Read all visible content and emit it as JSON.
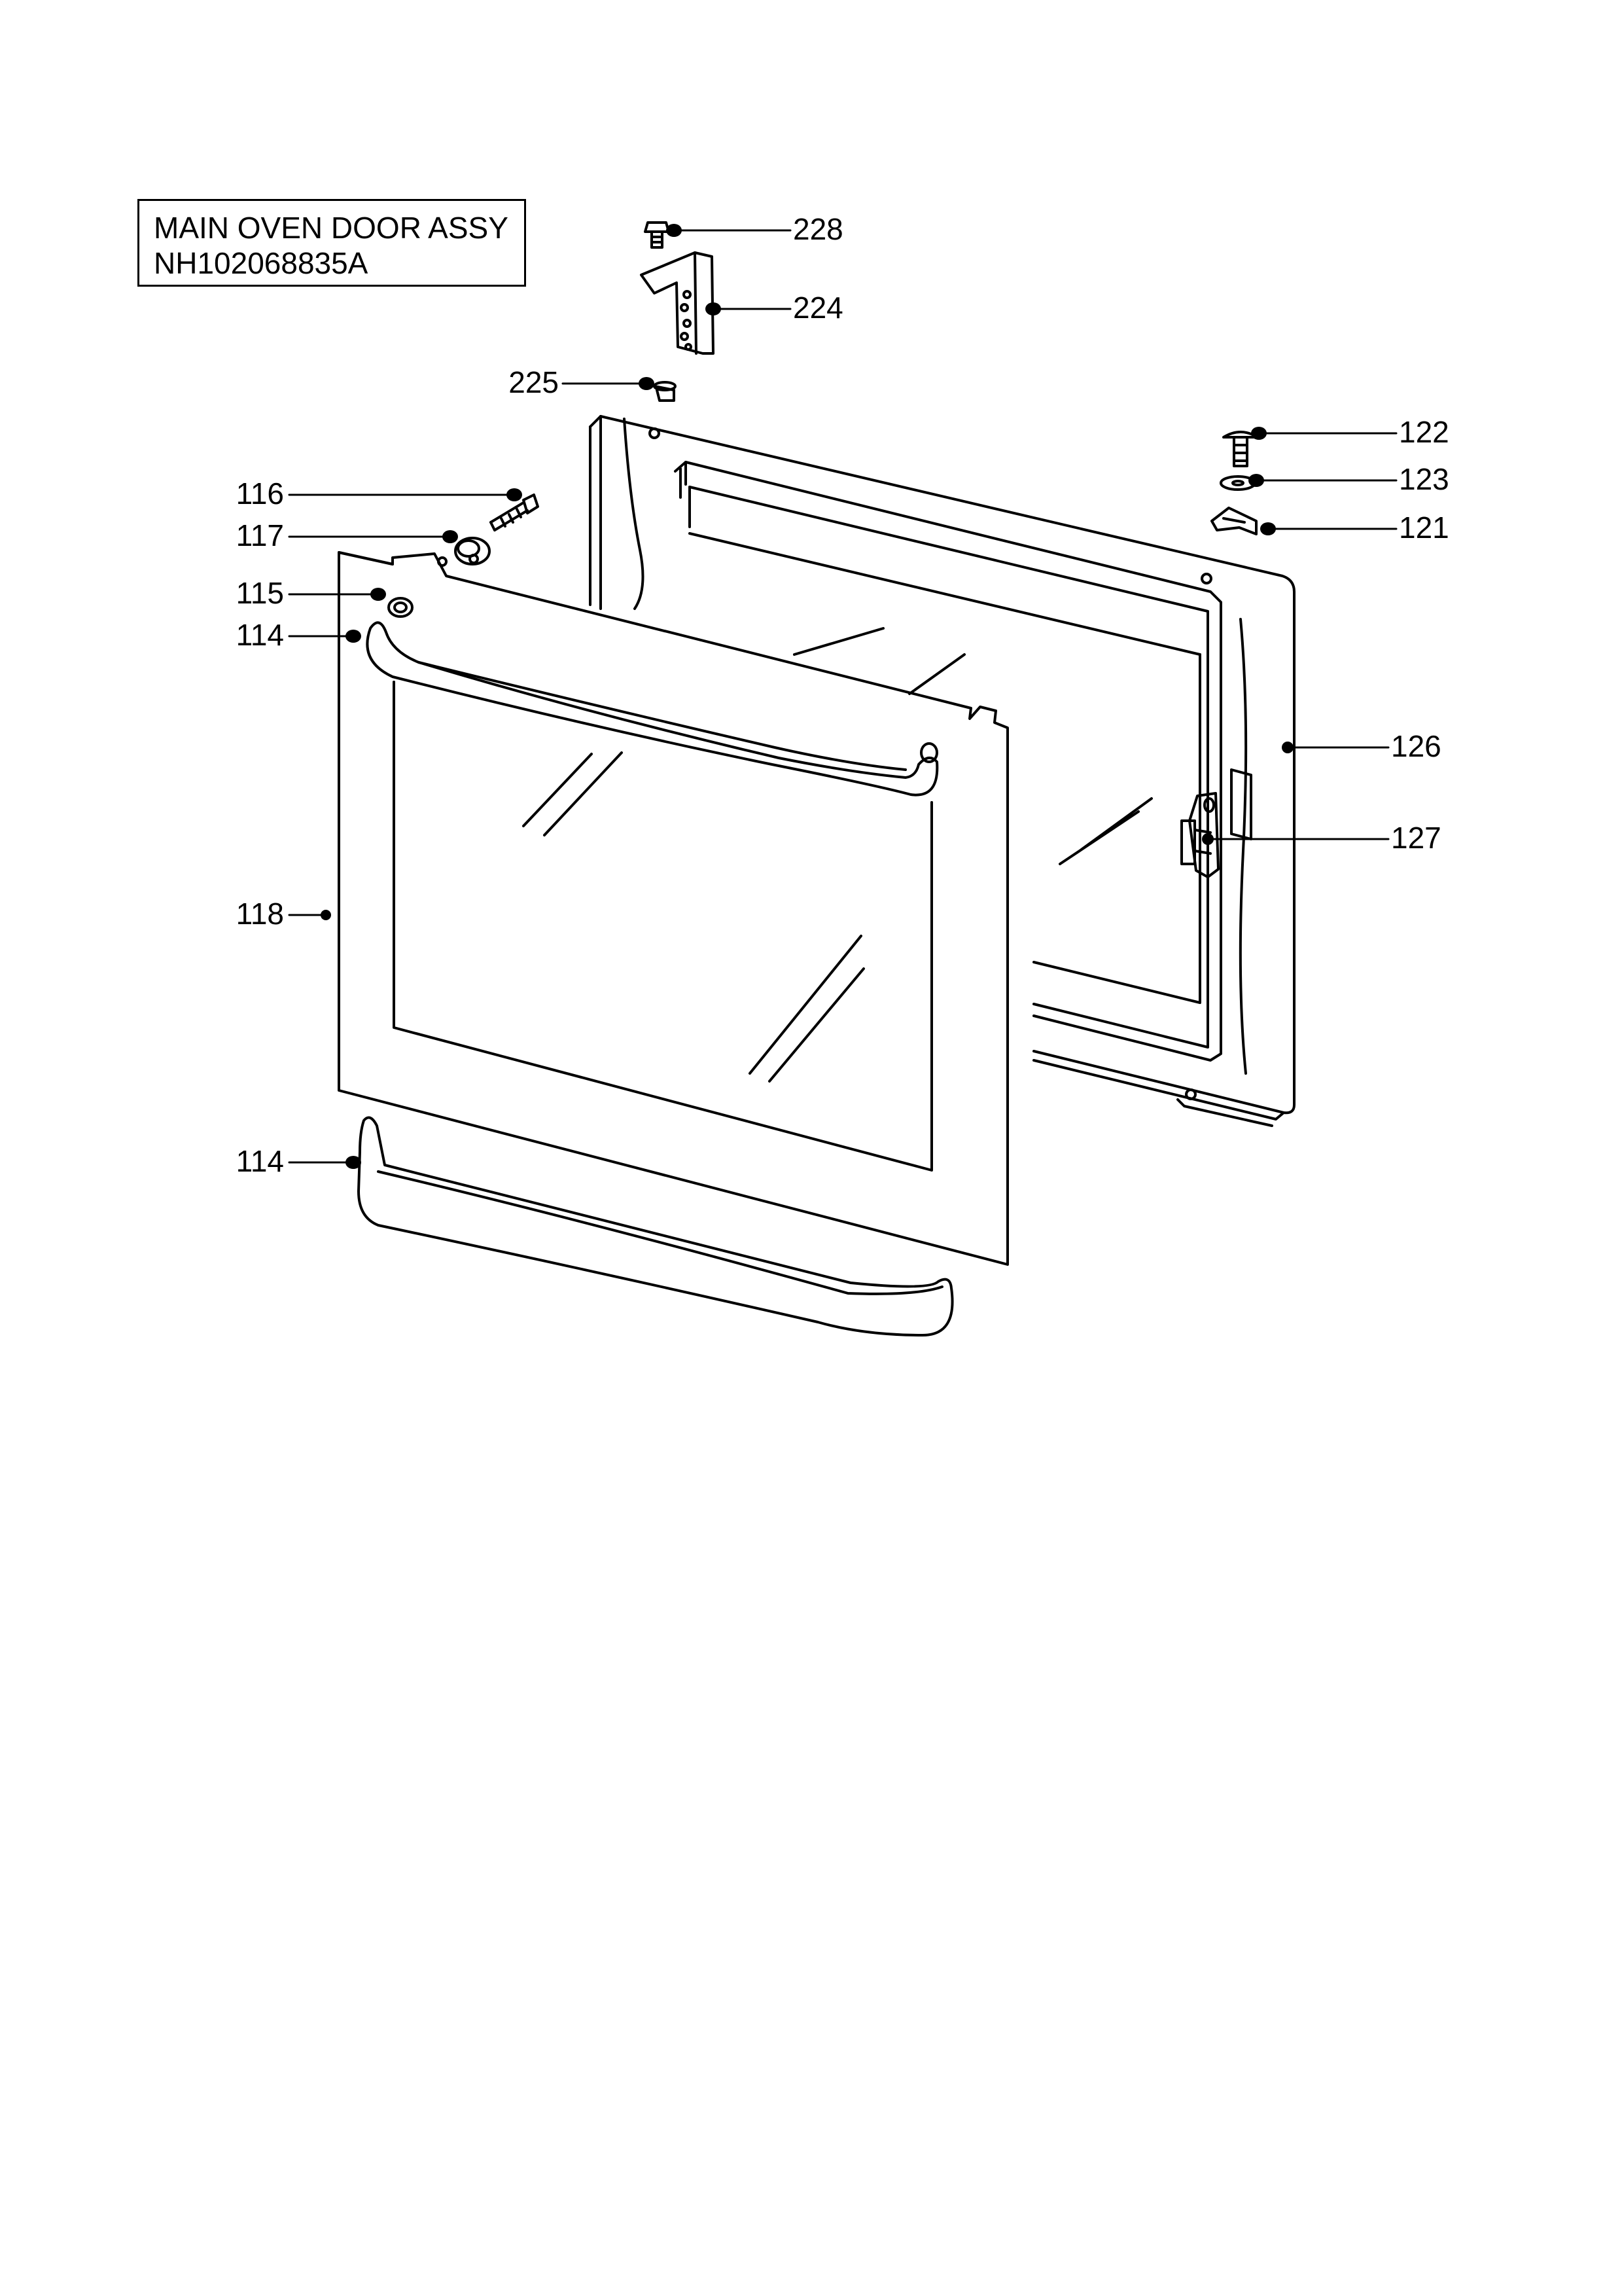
{
  "title": {
    "line1": "MAIN OVEN DOOR ASSY",
    "line2": "NH102068835A"
  },
  "callouts": [
    {
      "id": "c228",
      "number": "228"
    },
    {
      "id": "c224",
      "number": "224"
    },
    {
      "id": "c225",
      "number": "225"
    },
    {
      "id": "c122",
      "number": "122"
    },
    {
      "id": "c123",
      "number": "123"
    },
    {
      "id": "c121",
      "number": "121"
    },
    {
      "id": "c116",
      "number": "116"
    },
    {
      "id": "c117",
      "number": "117"
    },
    {
      "id": "c115",
      "number": "115"
    },
    {
      "id": "c114a",
      "number": "114"
    },
    {
      "id": "c126",
      "number": "126"
    },
    {
      "id": "c127",
      "number": "127"
    },
    {
      "id": "c118",
      "number": "118"
    },
    {
      "id": "c114b",
      "number": "114"
    }
  ]
}
